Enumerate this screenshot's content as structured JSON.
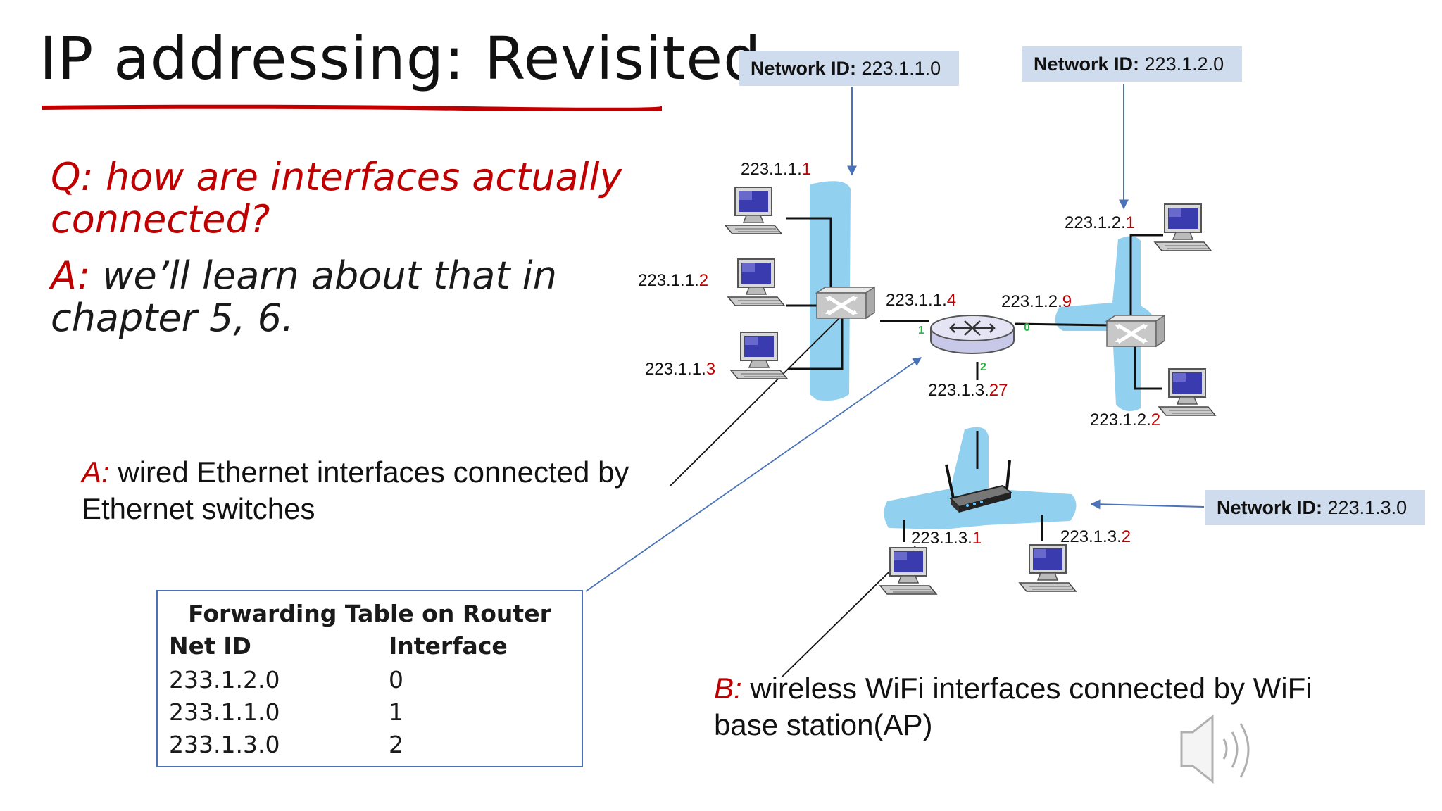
{
  "title": "IP addressing: Revisited",
  "question": {
    "prefix": "Q:",
    "text_line1": " how are interfaces actually",
    "text_line2": "connected?"
  },
  "answer": {
    "prefix": "A:",
    "text_line1": " we’ll learn about that in",
    "text_line2": "chapter 5, 6."
  },
  "wired_answer": {
    "prefix": "A:",
    "text_line1": " wired Ethernet interfaces connected by",
    "text_line2": "Ethernet switches"
  },
  "wireless_answer": {
    "prefix": "B:",
    "text_line1": " wireless WiFi interfaces connected by WiFi",
    "text_line2": "base station(AP)"
  },
  "network_ids": [
    {
      "label": "Network ID:",
      "value": " 223.1.1.0"
    },
    {
      "label": "Network ID:",
      "value": " 223.1.2.0"
    },
    {
      "label": "Network ID:",
      "value": " 223.1.3.0"
    }
  ],
  "hosts": [
    {
      "prefix": "223.1.1.",
      "suffix": "1"
    },
    {
      "prefix": "223.1.1.",
      "suffix": "2"
    },
    {
      "prefix": "223.1.1.",
      "suffix": "3"
    },
    {
      "prefix": "223.1.1.",
      "suffix": "4"
    },
    {
      "prefix": "223.1.2.",
      "suffix": "1"
    },
    {
      "prefix": "223.1.2.",
      "suffix": "9"
    },
    {
      "prefix": "223.1.2.",
      "suffix": "2"
    },
    {
      "prefix": "223.1.3.",
      "suffix": "27"
    },
    {
      "prefix": "223.1.3.",
      "suffix": "1"
    },
    {
      "prefix": "223.1.3.",
      "suffix": "2"
    }
  ],
  "router_ports": [
    "1",
    "0",
    "2"
  ],
  "forwarding_table": {
    "title": "Forwarding Table on Router",
    "headers": [
      "Net ID",
      "Interface"
    ],
    "rows": [
      [
        "233.1.2.0",
        "0"
      ],
      [
        "233.1.1.0",
        "1"
      ],
      [
        "233.1.3.0",
        "2"
      ]
    ]
  },
  "colors": {
    "accent_red": "#c00000",
    "lan_blue": "#7ec8ec",
    "port_green": "#2db34a",
    "netid_bg": "#cfdced"
  },
  "icons": [
    "speaker-icon",
    "router-icon",
    "switch-icon",
    "computer-icon",
    "wifi-ap-icon"
  ]
}
